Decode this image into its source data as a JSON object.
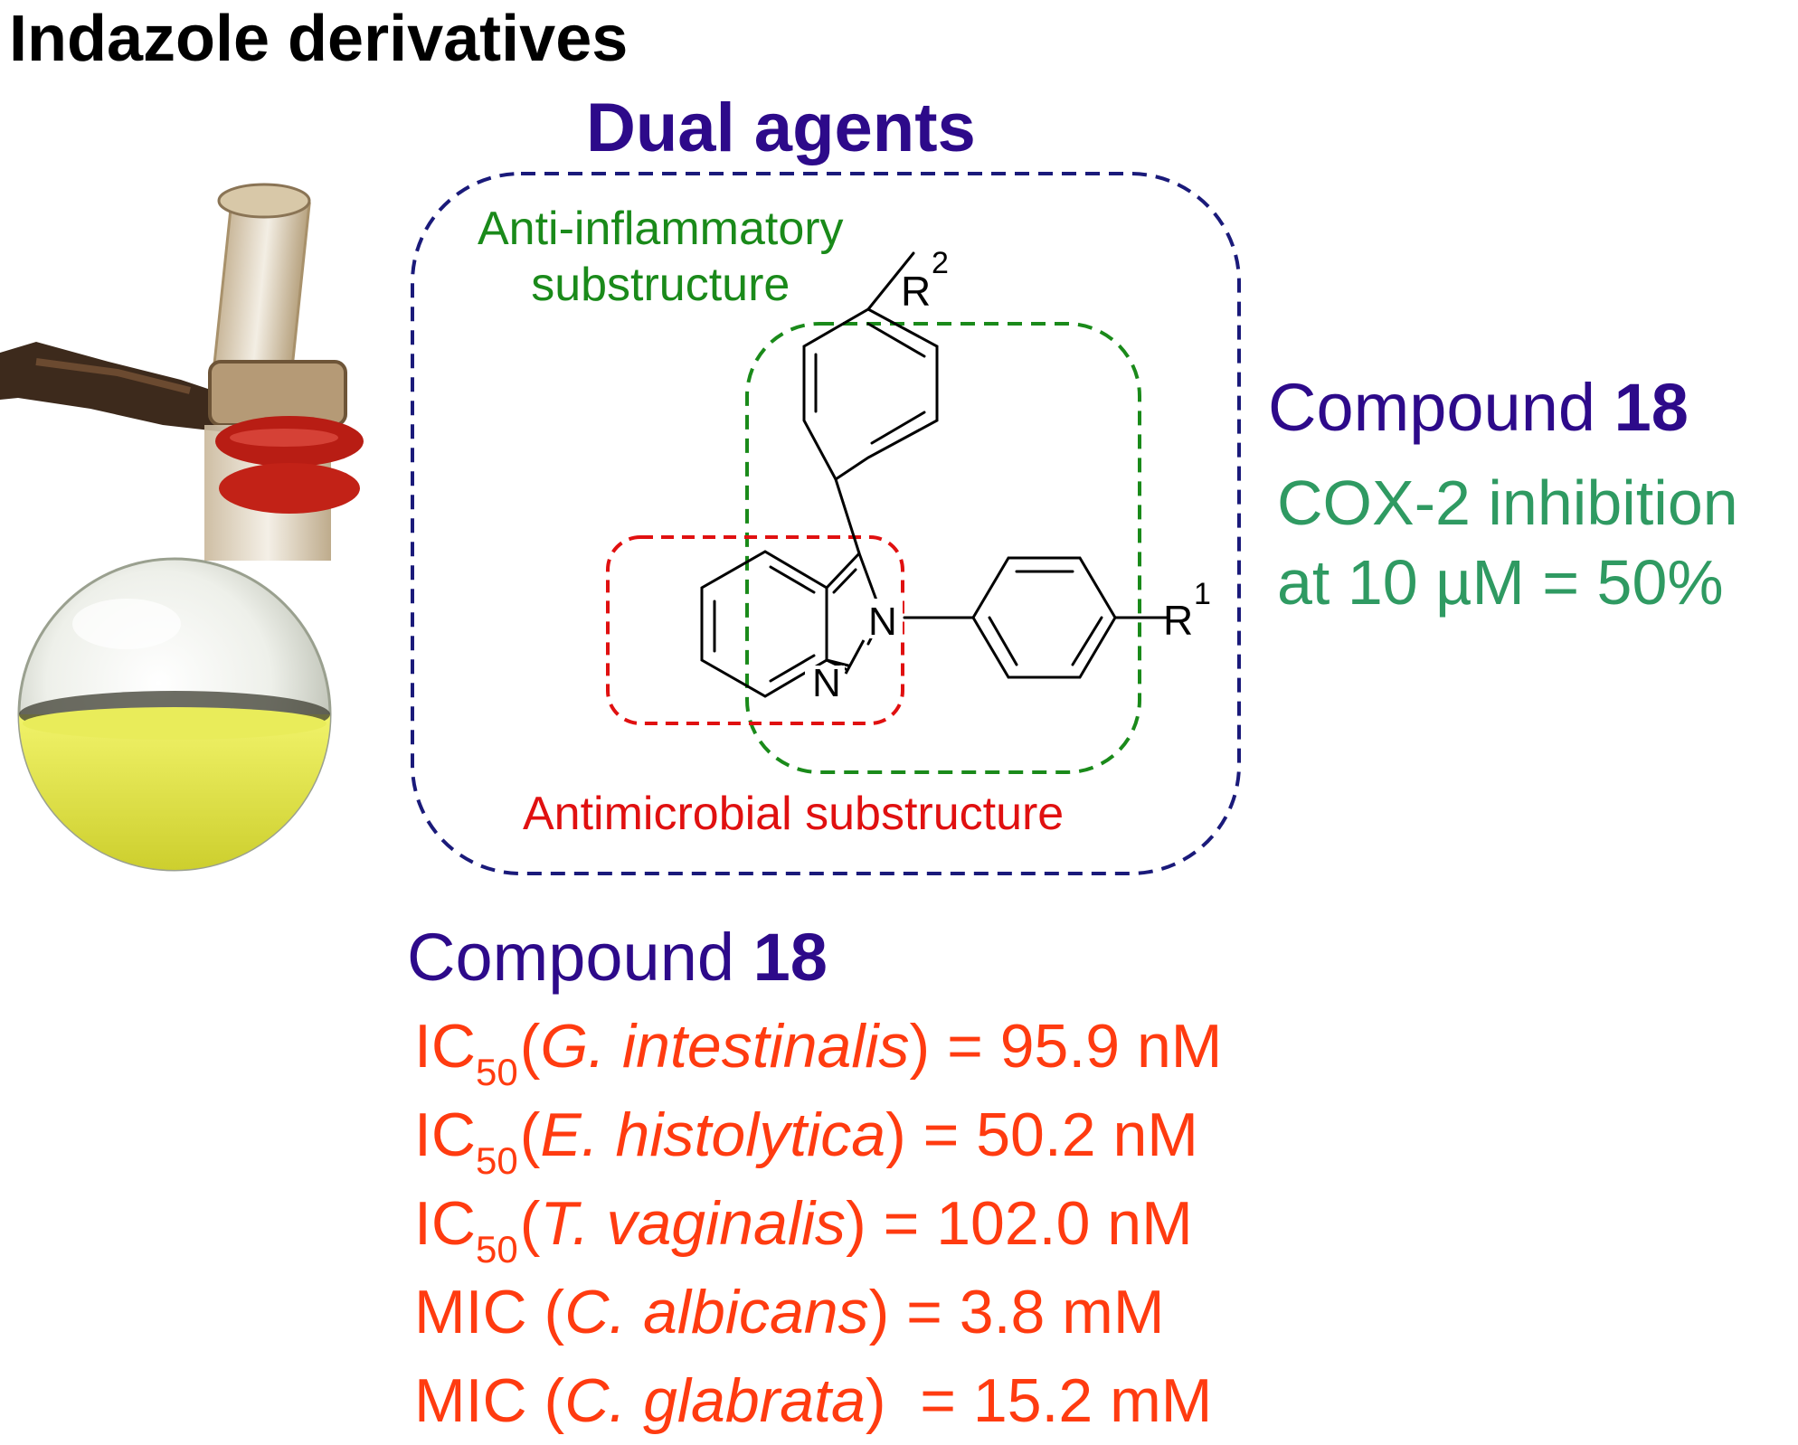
{
  "title": "Indazole derivatives",
  "dual_agents_label": "Dual agents",
  "anti_inflammatory": {
    "line1": "Anti-inflammatory",
    "line2": "substructure"
  },
  "antimicrobial_label": "Antimicrobial substructure",
  "structure": {
    "atom_n2": "N",
    "atom_n1": "N",
    "r1_main": "R",
    "r1_sup": "1",
    "r2_main": "R",
    "r2_sup": "2"
  },
  "compound_right": {
    "prefix": "Compound ",
    "number": "18"
  },
  "cox": {
    "line1": "COX-2 inhibition",
    "line2": "at 10 µM = 50%"
  },
  "compound_bottom": {
    "prefix": "Compound ",
    "number": "18"
  },
  "activities": [
    {
      "label": "IC",
      "sub": "50",
      "open": "(",
      "organism": "G. intestinalis",
      "close": ")",
      "value": " = 95.9 nM"
    },
    {
      "label": "IC",
      "sub": "50",
      "open": "(",
      "organism": "E. histolytica",
      "close": ")",
      "value": " = 50.2 nM"
    },
    {
      "label": "IC",
      "sub": "50",
      "open": "(",
      "organism": "T. vaginalis",
      "close": ")",
      "value": " = 102.0 nM"
    },
    {
      "label": "MIC ",
      "sub": "",
      "open": "(",
      "organism": "C. albicans",
      "close": ")",
      "value": " = 3.8 mM"
    },
    {
      "label": "MIC ",
      "sub": "",
      "open": "(",
      "organism": "C. glabrata",
      "close": ")",
      "value": "  = 15.2 mM"
    }
  ],
  "colors": {
    "dual_agents": "#2d0a8a",
    "anti_inflammatory": "#1a8a1a",
    "antimicrobial": "#e01010",
    "cox_text": "#2f9a62",
    "activity_text": "#ff3b10",
    "flask_liquid": "#e4e84a"
  },
  "icons": {
    "flask": "round-bottom-flask-photo"
  }
}
